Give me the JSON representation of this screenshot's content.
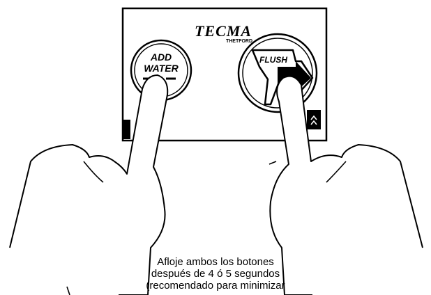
{
  "panel": {
    "brand": "TECMA",
    "brand_sub": "THETFORD",
    "add_water_line1": "ADD",
    "add_water_line2": "WATER",
    "flush_label": "FLUSH"
  },
  "caption": {
    "line1": "Afloje ambos los botones",
    "line2": "después de 4 ó 5 segundos",
    "line3": "(recomendado para minimizar"
  }
}
